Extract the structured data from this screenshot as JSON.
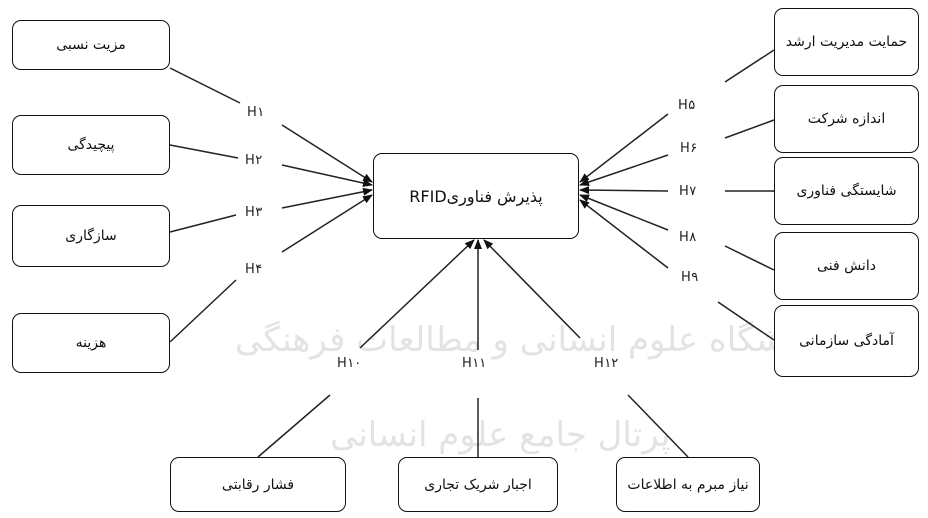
{
  "diagram": {
    "center": {
      "label": "پذیرش فناوریRFID"
    },
    "left": [
      {
        "id": "left-1",
        "label": "مزیت نسبی"
      },
      {
        "id": "left-2",
        "label": "پیچیدگی"
      },
      {
        "id": "left-3",
        "label": "سازگاری"
      },
      {
        "id": "left-4",
        "label": "هزینه"
      }
    ],
    "right": [
      {
        "id": "right-1",
        "label": "حمایت مدیریت ارشد"
      },
      {
        "id": "right-2",
        "label": "اندازه شرکت"
      },
      {
        "id": "right-3",
        "label": "شایستگی فناوری"
      },
      {
        "id": "right-4",
        "label": "دانش فنی"
      },
      {
        "id": "right-5",
        "label": "آمادگی سازمانی"
      }
    ],
    "bottom": [
      {
        "id": "bottom-1",
        "label": "فشار رقابتی"
      },
      {
        "id": "bottom-2",
        "label": "اجبار شریک تجاری"
      },
      {
        "id": "bottom-3",
        "label": "نیاز مبرم به اطلاعات"
      }
    ],
    "hypotheses": [
      "H۱",
      "H۲",
      "H۳",
      "H۴",
      "H۵",
      "H۶",
      "H۷",
      "H۸",
      "H۹",
      "H۱۰",
      "H۱۱",
      "H۱۲"
    ],
    "watermark": [
      "پژوهشگاه علوم انسانی و مطالعات فرهنگی",
      "پرتال جامع علوم انسانی"
    ]
  }
}
